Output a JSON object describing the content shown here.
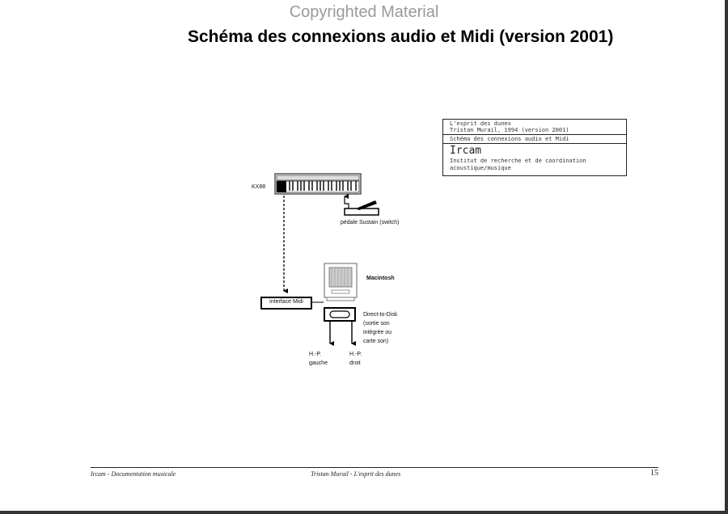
{
  "watermark": "Copyrighted Material",
  "title": "Schéma des connexions audio et Midi  (version 2001)",
  "info_box": {
    "line1": "L'esprit des dunes",
    "line2": "Tristan Murail, 1994 (version 2001)",
    "line3": "Schéma des connexions audio et Midi",
    "org": "Ircam",
    "org_desc1": "Institut de recherche et de coordination",
    "org_desc2": "acoustique/musique"
  },
  "diagram": {
    "keyboard_label": "KX88",
    "pedal_label": "pédale Sustain (switch)",
    "computer_label": "Macintosh",
    "midi_interface_label": "interface Midi",
    "dtd_label_1": "Direct-to-Disk",
    "dtd_label_2": "(sortie son",
    "dtd_label_3": "intégrée ou",
    "dtd_label_4": "carte son)",
    "left_speaker_1": "H.-P.",
    "left_speaker_2": "gauche",
    "right_speaker_1": "H.-P.",
    "right_speaker_2": "droit"
  },
  "footer": {
    "left": "Ircam - Documentation musicale",
    "center": "Tristan Murail - L'esprit des dunes",
    "page_number": "15"
  }
}
